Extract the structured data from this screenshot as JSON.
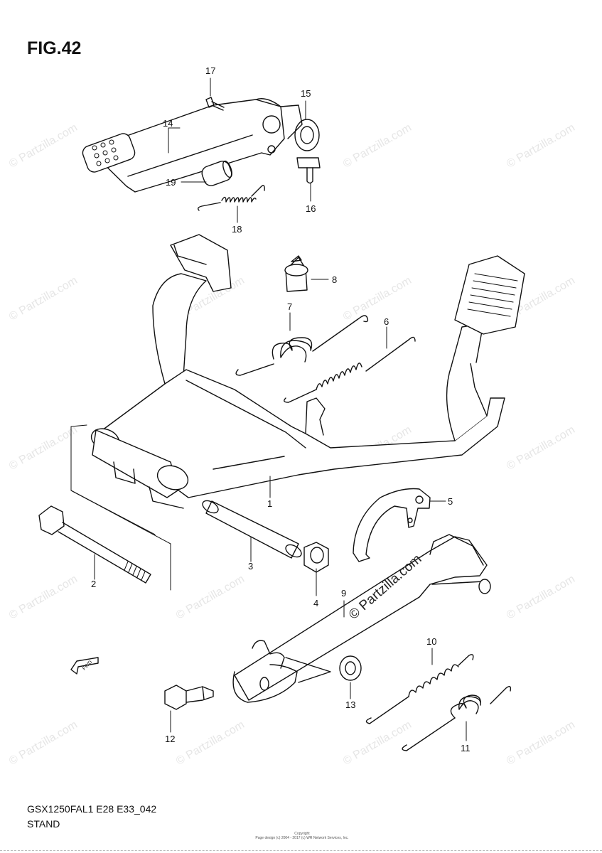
{
  "figure": {
    "title": "FIG.42",
    "code": "GSX1250FAL1 E28 E33_042",
    "section": "STAND",
    "footer_line1": "Copyright",
    "footer_line2": "Page design (c) 2004 - 2017 (c) WR Network Services, Inc."
  },
  "watermark": {
    "faint": "© Partzilla.com",
    "main": "© Partzilla.com"
  },
  "fwd_label": "FWD",
  "labels": {
    "p1": "1",
    "p2": "2",
    "p3": "3",
    "p4": "4",
    "p5": "5",
    "p6": "6",
    "p7": "7",
    "p8": "8",
    "p9": "9",
    "p10": "10",
    "p11": "11",
    "p12": "12",
    "p13": "13",
    "p14": "14",
    "p15": "15",
    "p16": "16",
    "p17": "17",
    "p18": "18",
    "p19": "19"
  },
  "colors": {
    "line": "#111111",
    "watermark": "#e6e6e6"
  }
}
